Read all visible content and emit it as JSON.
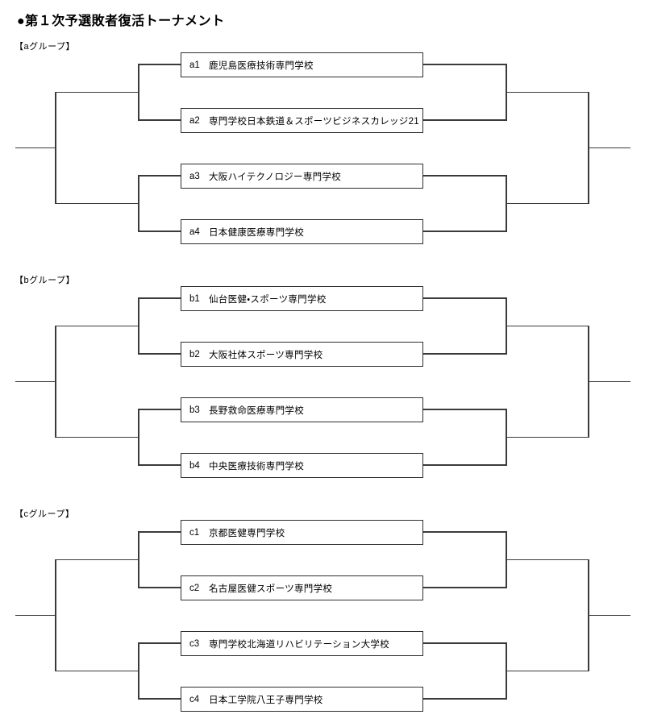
{
  "page": {
    "title": "●第１次予選敗者復活トーナメント"
  },
  "colors": {
    "background": "#ffffff",
    "line": "#3a3a3a",
    "box_border": "#2e2e2e",
    "text": "#000000"
  },
  "groups": [
    {
      "label": "【aグループ】",
      "teams": [
        {
          "seed": "a1",
          "name": "鹿児島医療技術専門学校"
        },
        {
          "seed": "a2",
          "name": "専門学校日本鉄道＆スポーツビジネスカレッジ21"
        },
        {
          "seed": "a3",
          "name": "大阪ハイテクノロジー専門学校"
        },
        {
          "seed": "a4",
          "name": "日本健康医療専門学校"
        }
      ]
    },
    {
      "label": "【bグループ】",
      "teams": [
        {
          "seed": "b1",
          "name": "仙台医健・スポーツ専門学校"
        },
        {
          "seed": "b2",
          "name": "大阪社体スポーツ専門学校"
        },
        {
          "seed": "b3",
          "name": "長野救命医療専門学校"
        },
        {
          "seed": "b4",
          "name": "中央医療技術専門学校"
        }
      ]
    },
    {
      "label": "【cグループ】",
      "teams": [
        {
          "seed": "c1",
          "name": "京都医健専門学校"
        },
        {
          "seed": "c2",
          "name": "名古屋医健スポーツ専門学校"
        },
        {
          "seed": "c3",
          "name": "専門学校北海道リハビリテーション大学校"
        },
        {
          "seed": "c4",
          "name": "日本工学院八王子専門学校"
        }
      ]
    }
  ]
}
